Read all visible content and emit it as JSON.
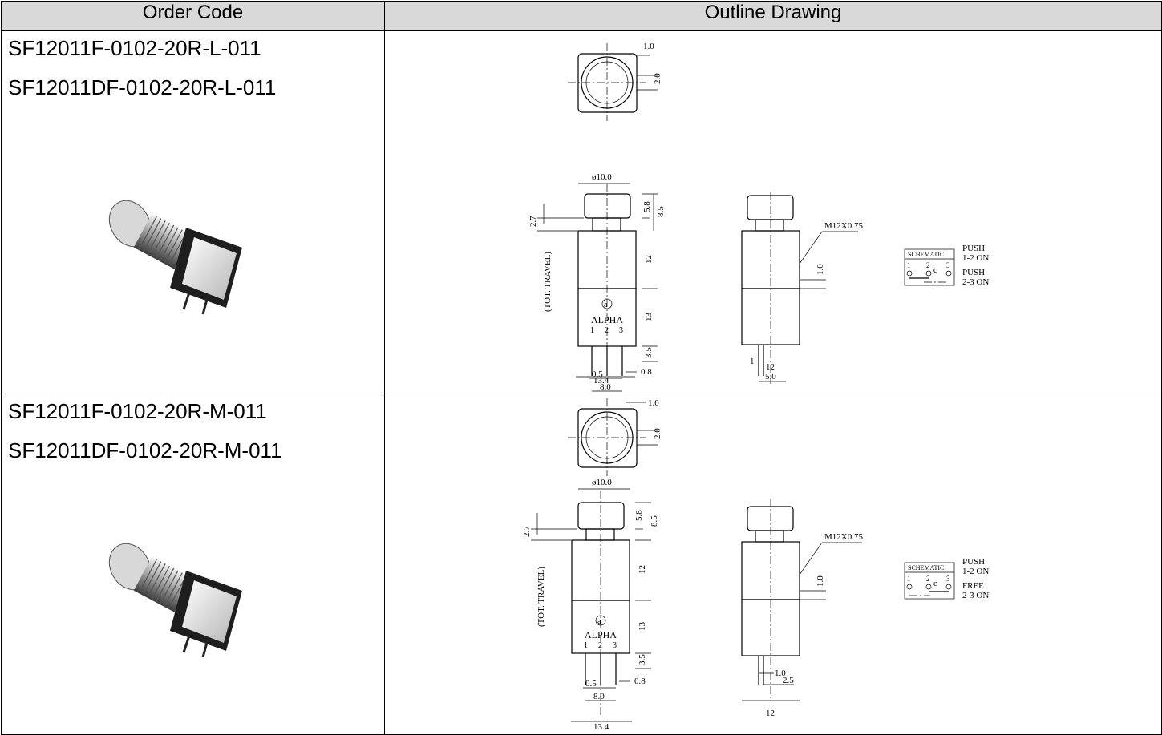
{
  "table": {
    "headers": {
      "order_code": "Order Code",
      "outline_drawing": "Outline Drawing"
    },
    "rows": [
      {
        "codes": [
          "SF12011F-0102-20R-L-011",
          "SF12011DF-0102-20R-L-011"
        ],
        "drawing": {
          "dims": {
            "top_width": "1.0",
            "top_offset": "2.0",
            "diameter": "ø10.0",
            "cap": "5.8",
            "cap_total": "8.5",
            "travel": "2.7",
            "travel_label": "(TOT. TRAVEL)",
            "body": "12",
            "base": "13",
            "pin_len": "3.5",
            "pin_w": "0.5",
            "pin_t": "0.8",
            "pin_span": "8.0",
            "base_width": "13.4",
            "thread": "M12X0.75",
            "side_offset": "1.0",
            "side_pin": "1",
            "side_pin_gap": "5.0",
            "side_width": "12"
          },
          "logo": "ALPHA",
          "logo_mark": "a",
          "pins": [
            "1",
            "2",
            "3"
          ],
          "schematic": {
            "title": "SCHEMATIC",
            "pins": [
              "1",
              "2",
              "3"
            ],
            "common": "c",
            "states": [
              "PUSH",
              "1-2 ON",
              "PUSH",
              "2-3 ON"
            ]
          }
        }
      },
      {
        "codes": [
          "SF12011F-0102-20R-M-011",
          "SF12011DF-0102-20R-M-011"
        ],
        "drawing": {
          "dims": {
            "top_width": "1.0",
            "top_offset": "2.0",
            "diameter": "ø10.0",
            "cap": "5.8",
            "cap_total": "8.5",
            "travel": "2.7",
            "travel_label": "(TOT. TRAVEL)",
            "body": "12",
            "base": "13",
            "pin_len": "3.5",
            "pin_w": "0.5",
            "pin_t": "0.8",
            "pin_span": "8.0",
            "base_width": "13.4",
            "thread": "M12X0.75",
            "side_offset": "1.0",
            "side_pin": "1.0",
            "side_pin_gap": "2.5",
            "side_width": "12"
          },
          "logo": "ALPHA",
          "logo_mark": "a",
          "pins": [
            "1",
            "2",
            "3"
          ],
          "schematic": {
            "title": "SCHEMATIC",
            "pins": [
              "1",
              "2",
              "3"
            ],
            "common": "c",
            "states": [
              "PUSH",
              "1-2 ON",
              "FREE",
              "2-3 ON"
            ]
          }
        }
      }
    ]
  },
  "colors": {
    "header_bg": "#d9d9d9",
    "line": "#000000",
    "page_bg": "#ffffff"
  }
}
